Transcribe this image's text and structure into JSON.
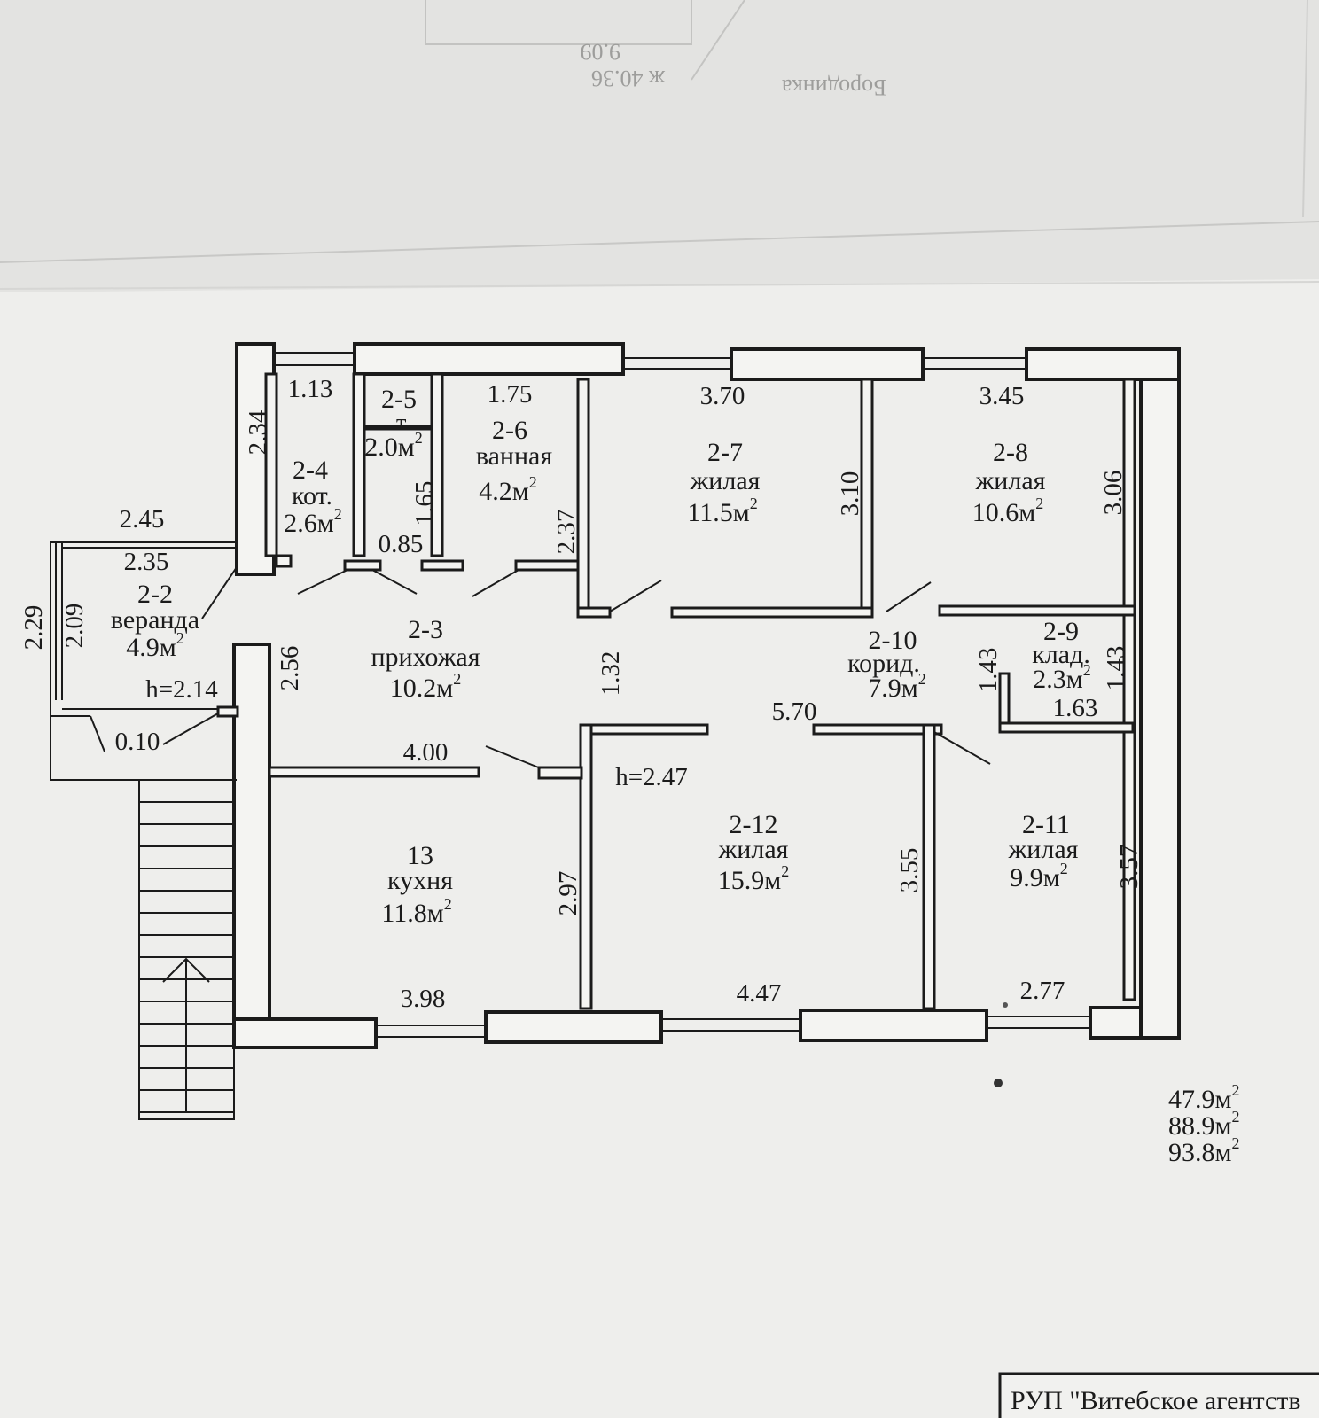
{
  "background_sheet": {
    "faint_fragments": [
      "9.09",
      "ж 40.36",
      "Бородинка"
    ]
  },
  "rooms": [
    {
      "id": "2-2",
      "name": "веранда",
      "area": "4.9м",
      "sup": "2"
    },
    {
      "id": "2-3",
      "name": "прихожая",
      "area": "10.2м",
      "sup": "2"
    },
    {
      "id": "2-4",
      "name": "кот.",
      "area": "2.6м",
      "sup": "2"
    },
    {
      "id": "2-5",
      "name": "т.",
      "area": "2.0м",
      "sup": "2"
    },
    {
      "id": "2-6",
      "name": "ванная",
      "area": "4.2м",
      "sup": "2"
    },
    {
      "id": "2-7",
      "name": "жилая",
      "area": "11.5м",
      "sup": "2"
    },
    {
      "id": "2-8",
      "name": "жилая",
      "area": "10.6м",
      "sup": "2"
    },
    {
      "id": "2-9",
      "name": "клад.",
      "area": "2.3м",
      "sup": "2"
    },
    {
      "id": "2-10",
      "name": "корид.",
      "area": "7.9м",
      "sup": "2"
    },
    {
      "id": "2-11",
      "name": "жилая",
      "area": "9.9м",
      "sup": "2"
    },
    {
      "id": "2-12",
      "name": "жилая",
      "area": "15.9м",
      "sup": "2"
    },
    {
      "id": "13",
      "name": "кухня",
      "area": "11.8м",
      "sup": "2"
    }
  ],
  "dimensions": {
    "d_1_13": "1.13",
    "d_2_34": "2.34",
    "d_1_65": "1.65",
    "d_0_85": "0.85",
    "d_1_75": "1.75",
    "d_2_37": "2.37",
    "d_3_70": "3.70",
    "d_3_10": "3.10",
    "d_3_45": "3.45",
    "d_3_06": "3.06",
    "d_2_45": "2.45",
    "d_2_35": "2.35",
    "d_2_29": "2.29",
    "d_2_09": "2.09",
    "d_0_10": "0.10",
    "d_2_56": "2.56",
    "d_1_32": "1.32",
    "d_1_43_a": "1.43",
    "d_1_43_b": "1.43",
    "d_1_63": "1.63",
    "d_5_70": "5.70",
    "d_4_00": "4.00",
    "d_2_97": "2.97",
    "d_3_55": "3.55",
    "d_3_57": "3.57",
    "d_3_98": "3.98",
    "d_4_47": "4.47",
    "d_2_77": "2.77"
  },
  "heights": {
    "veranda": "h=2.14",
    "house": "h=2.47"
  },
  "totals": [
    {
      "value": "47.9м",
      "sup": "2"
    },
    {
      "value": "88.9м",
      "sup": "2"
    },
    {
      "value": "93.8м",
      "sup": "2"
    }
  ],
  "stamp": {
    "text": "РУП \"Витебское агентств"
  },
  "colors": {
    "paper": "#eeeeec",
    "under_sheet": "#e4e4e2",
    "ink": "#1b1b1b",
    "wall_fill": "#f4f4f2"
  }
}
